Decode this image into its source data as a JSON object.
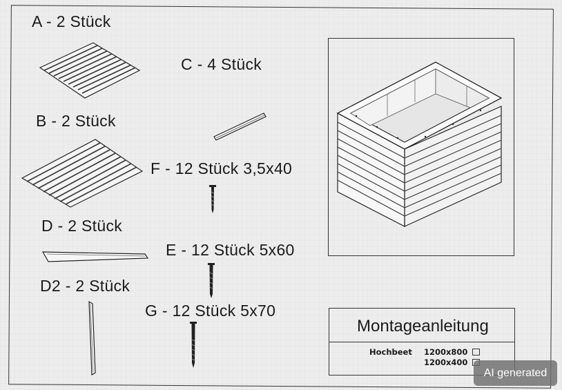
{
  "parts": {
    "a": "A - 2  Stück",
    "b": "B - 2  Stück",
    "c": "C - 4  Stück",
    "d": "D - 2 Stück",
    "d2": "D2 - 2 Stück",
    "e": "E - 12 Stück 5x60",
    "f": "F - 12 Stück 3,5x40",
    "g": "G - 12 Stück 5x70"
  },
  "title_block": {
    "title": "Montageanleitung",
    "product": "Hochbeet",
    "sizes": [
      "1200x800",
      "1200x400"
    ]
  },
  "badge": "AI generated"
}
